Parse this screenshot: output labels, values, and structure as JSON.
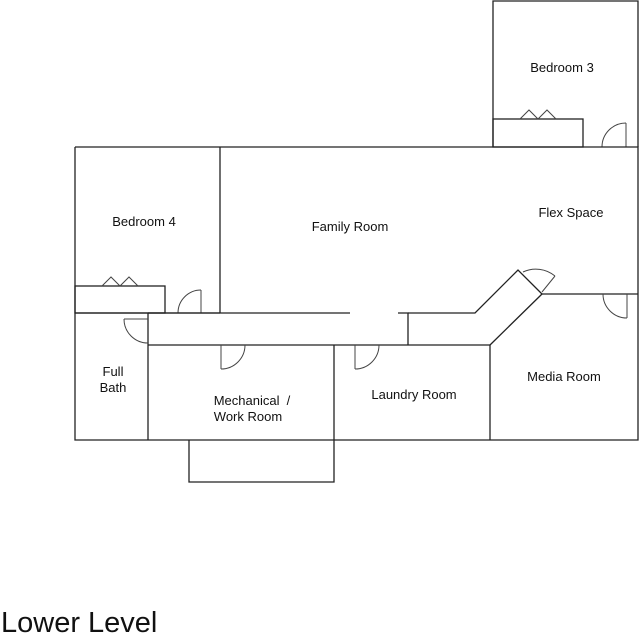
{
  "floor_plan": {
    "title": "Lower Level",
    "rooms": {
      "bedroom_3": "Bedroom 3",
      "bedroom_4": "Bedroom 4",
      "family_room": "Family Room",
      "flex_space": "Flex Space",
      "full_bath_line1": "Full",
      "full_bath_line2": "Bath",
      "mechanical_line1": "Mechanical  /",
      "mechanical_line2": "Work Room",
      "laundry_room": "Laundry Room",
      "media_room": "Media Room"
    }
  }
}
